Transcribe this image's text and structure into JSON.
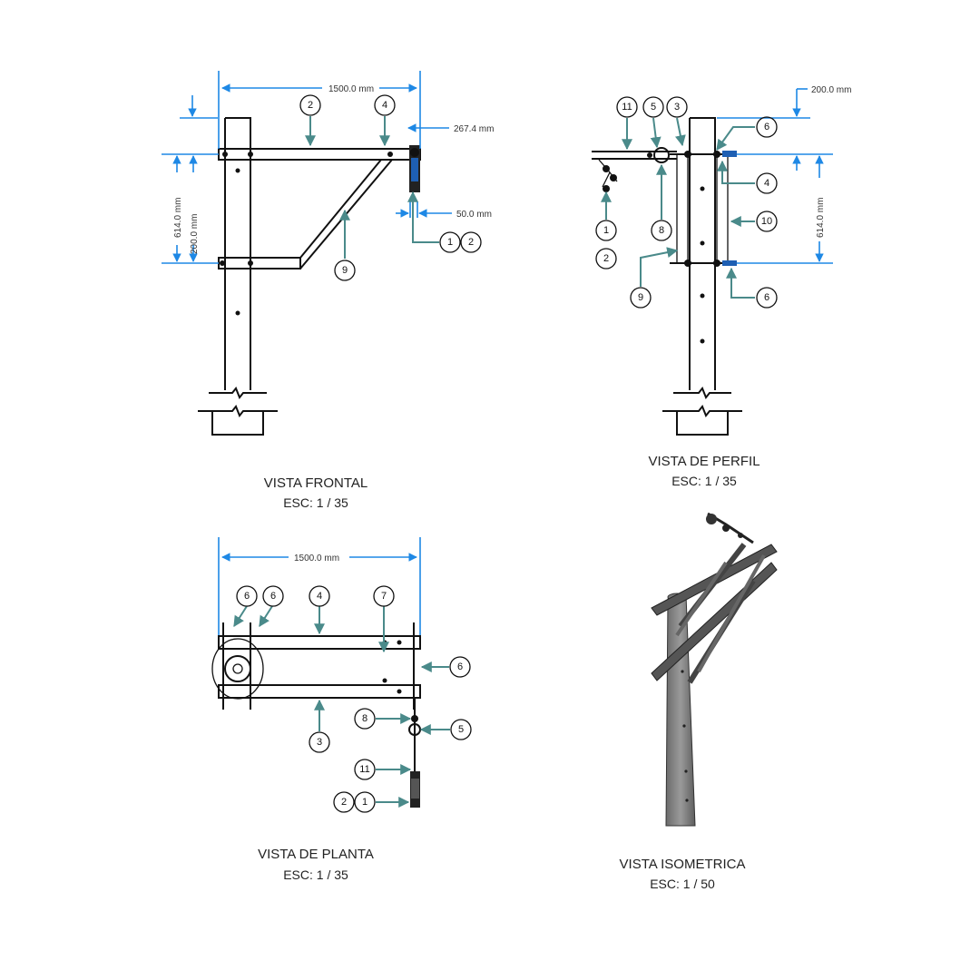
{
  "views": {
    "frontal": {
      "title": "VISTA FRONTAL",
      "scale": "ESC: 1 / 35"
    },
    "perfil": {
      "title": "VISTA DE PERFIL",
      "scale": "ESC: 1 / 35"
    },
    "planta": {
      "title": "VISTA DE PLANTA",
      "scale": "ESC: 1 / 35"
    },
    "isometrica": {
      "title": "VISTA ISOMETRICA",
      "scale": "ESC: 1 / 50"
    }
  },
  "dimensions": {
    "frontal_width": "1500.0 mm",
    "frontal_offset": "267.4 mm",
    "frontal_insulator": "50.0 mm",
    "frontal_height": "614.0 mm",
    "frontal_spacing": "200.0 mm",
    "perfil_top": "200.0 mm",
    "perfil_height": "614.0 mm",
    "planta_width": "1500.0 mm"
  },
  "callouts": {
    "frontal": [
      "2",
      "4",
      "9",
      "1",
      "2"
    ],
    "perfil": [
      "11",
      "5",
      "3",
      "6",
      "4",
      "10",
      "6",
      "8",
      "1",
      "2",
      "9"
    ],
    "planta": [
      "6",
      "6",
      "4",
      "7",
      "6",
      "3",
      "8",
      "5",
      "11",
      "2",
      "1"
    ]
  },
  "colors": {
    "dimension": "#1e88e5",
    "leader": "#4a8a8a",
    "line": "#111111"
  }
}
